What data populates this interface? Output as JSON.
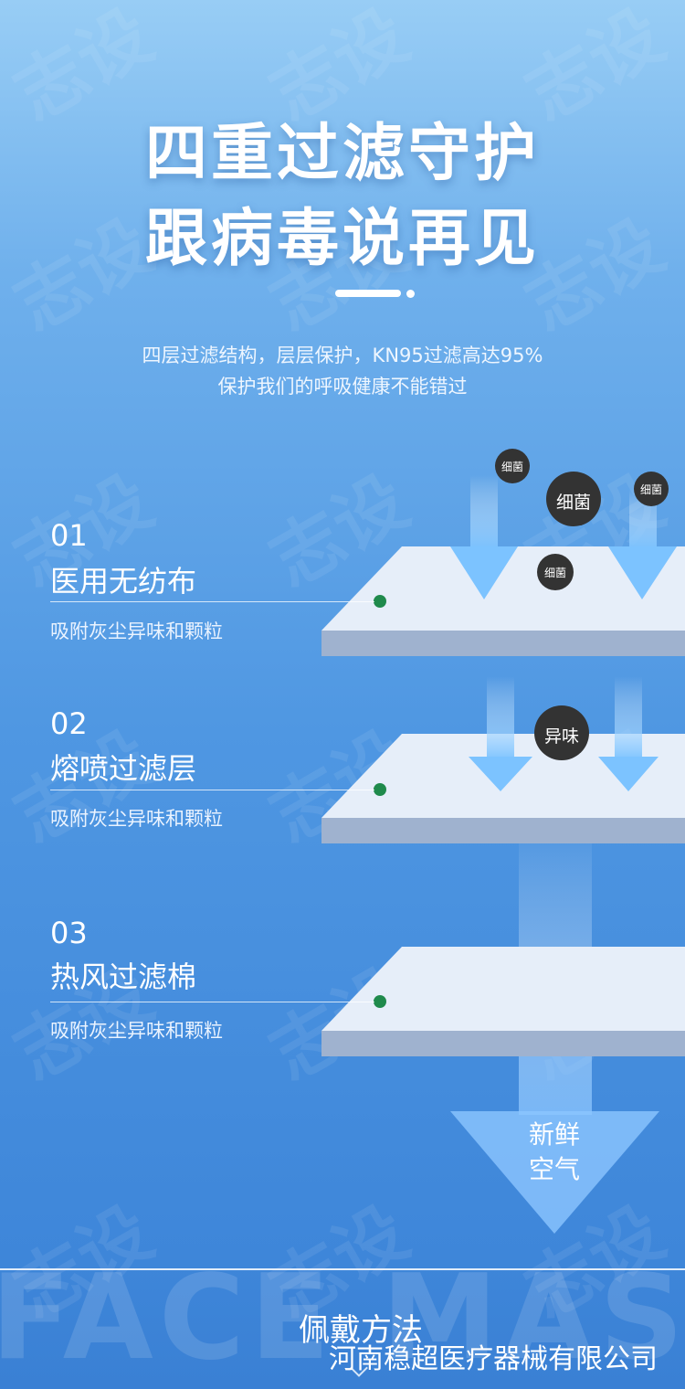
{
  "header": {
    "title_line1": "四重过滤守护",
    "title_line2": "跟病毒说再见",
    "subtitle_line1": "四层过滤结构，层层保护，KN95过滤高达95%",
    "subtitle_line2": "保护我们的呼吸健康不能错过"
  },
  "layers": [
    {
      "num": "01",
      "name": "医用无纺布",
      "desc": "吸附灰尘异味和颗粒"
    },
    {
      "num": "02",
      "name": "熔喷过滤层",
      "desc": "吸附灰尘异味和颗粒"
    },
    {
      "num": "03",
      "name": "热风过滤棉",
      "desc": "吸附灰尘异味和颗粒"
    }
  ],
  "particles": {
    "bacteria": "细菌",
    "odor": "异味"
  },
  "fresh_air": {
    "line1": "新鲜",
    "line2": "空气"
  },
  "footer": {
    "watermark_text": "FACE MASK",
    "wear_method": "佩戴方法",
    "company": "河南稳超医疗器械有限公司"
  },
  "watermark": "志设",
  "colors": {
    "background_top": "#98cdf5",
    "background_bottom": "#3a80d4",
    "panel_top": "#e6eef9",
    "panel_side": "#9fb2cf",
    "dot_green": "#1f8a4c",
    "bubble_dark": "#333333"
  }
}
